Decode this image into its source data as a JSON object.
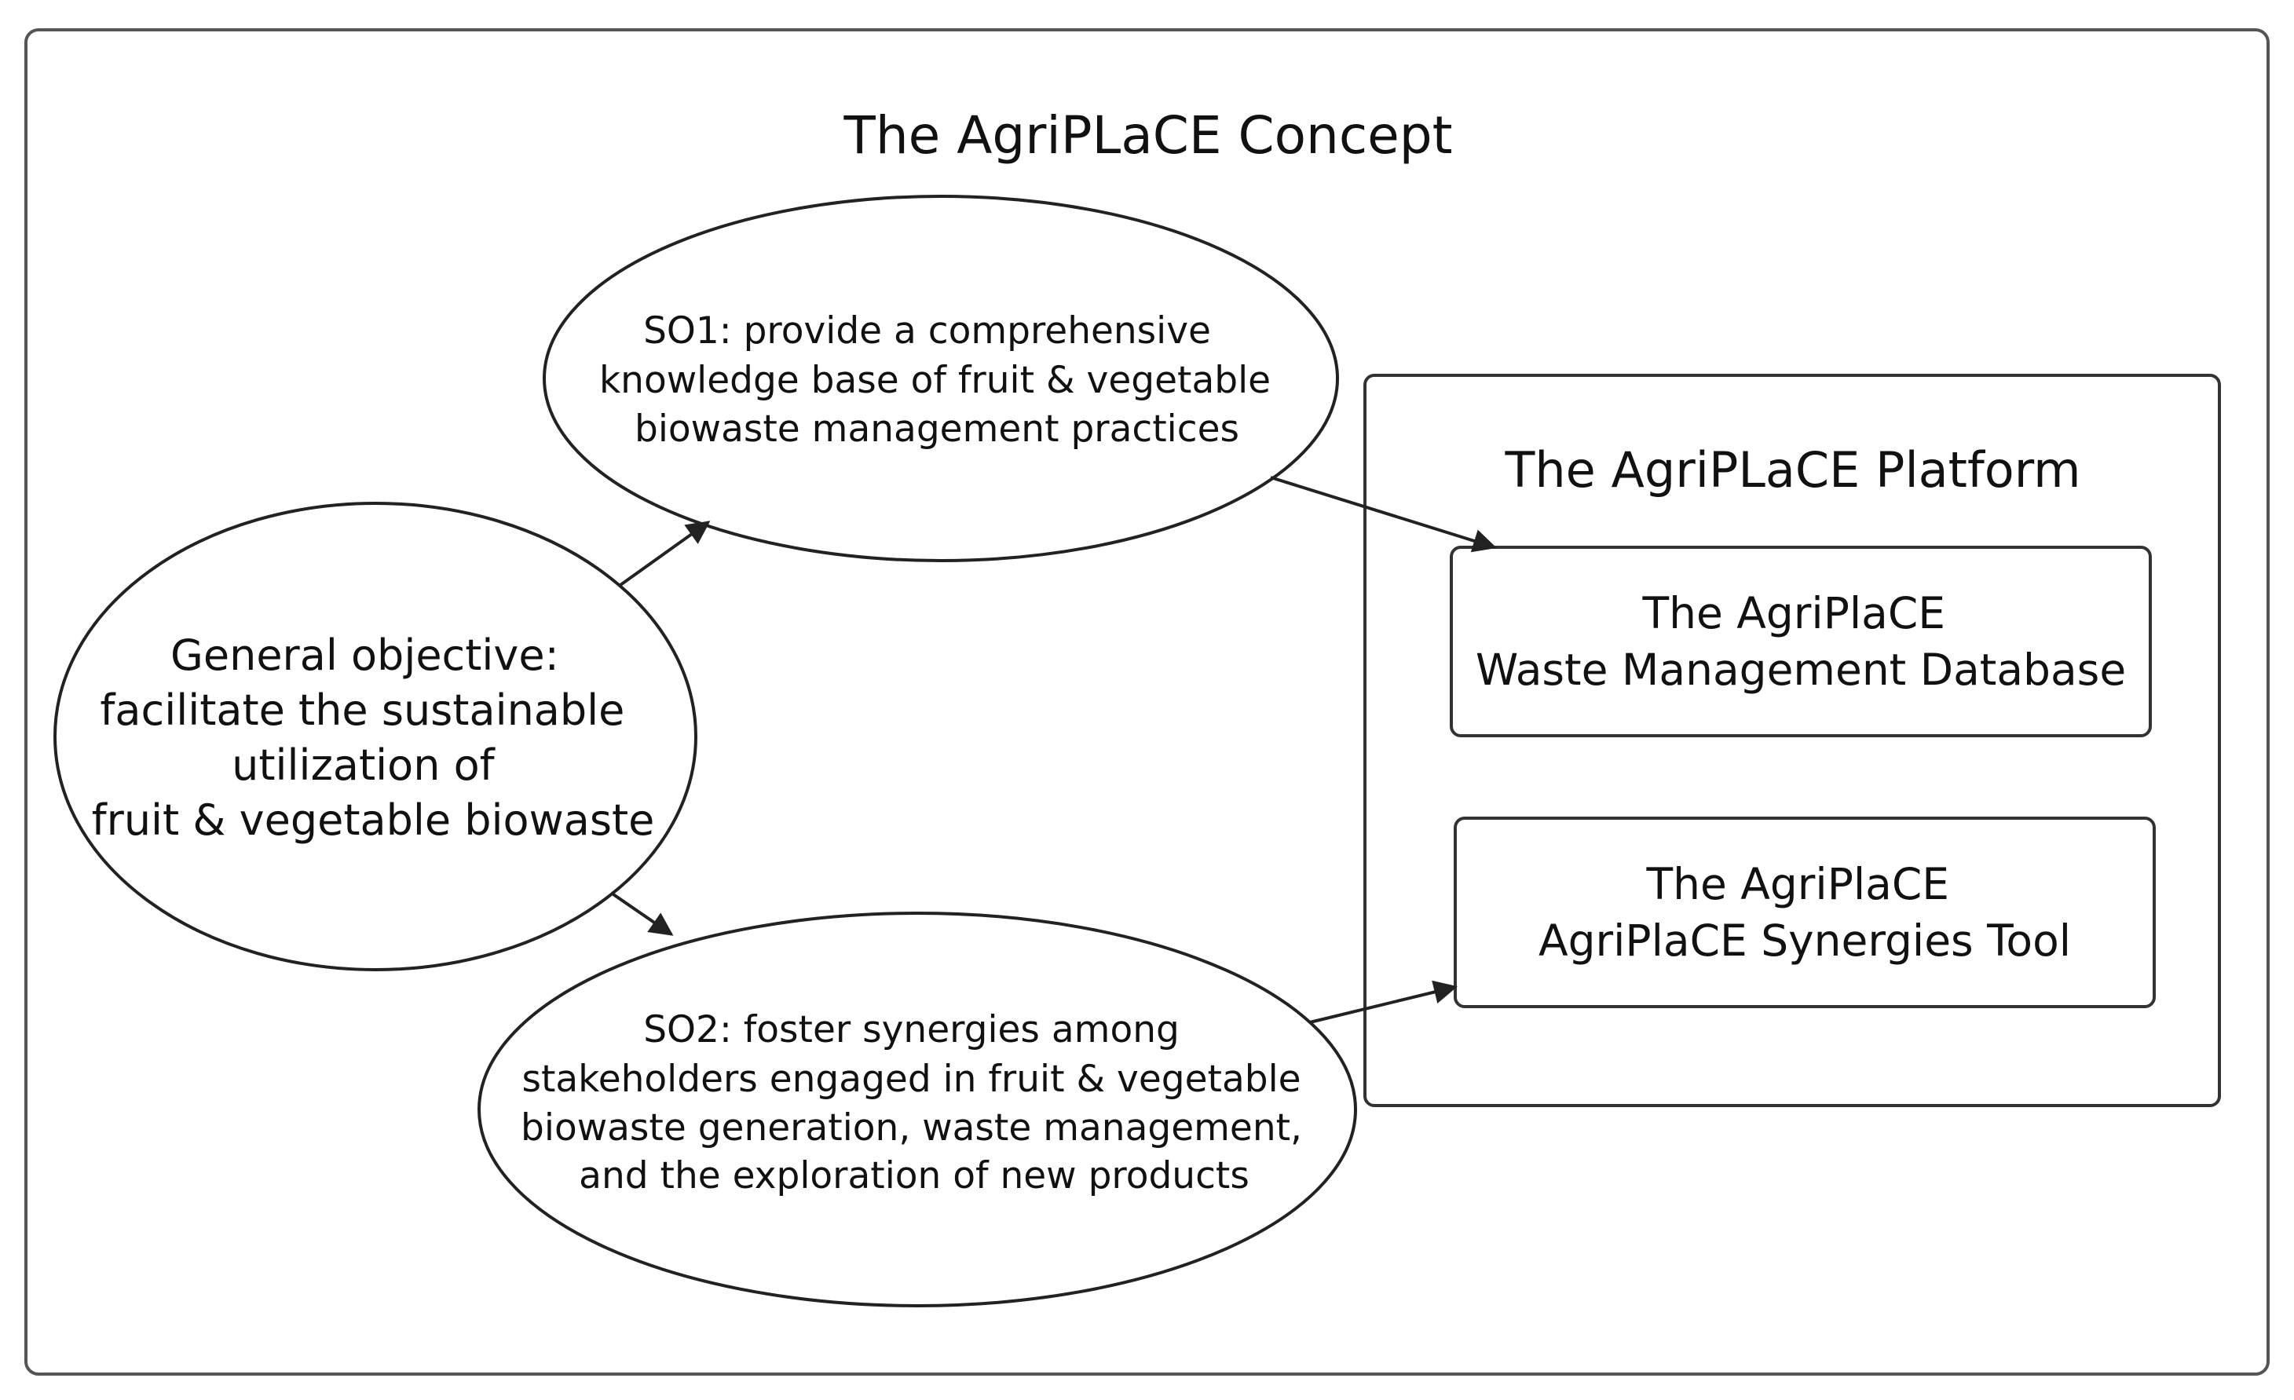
{
  "diagram": {
    "title": "The AgriPLaCE Concept",
    "general_objective": {
      "lines": [
        "General objective:",
        "facilitate the sustainable",
        "utilization of",
        "fruit & vegetable biowaste"
      ]
    },
    "so1": {
      "lines": [
        "SO1: provide a comprehensive",
        "knowledge base of fruit & vegetable",
        "biowaste  management practices"
      ]
    },
    "so2": {
      "lines": [
        "SO2:  foster synergies among",
        "stakeholders engaged in fruit & vegetable",
        "biowaste generation, waste management,",
        "and the exploration of new  products"
      ]
    },
    "platform": {
      "title": "The AgriPLaCE Platform",
      "database": {
        "lines": [
          "The AgriPlaCE",
          "Waste Management Database"
        ]
      },
      "synergies": {
        "lines": [
          "The AgriPlaCE",
          "AgriPlaCE Synergies Tool"
        ]
      }
    },
    "arrows": [
      {
        "from": "general-objective",
        "to": "so1"
      },
      {
        "from": "general-objective",
        "to": "so2"
      },
      {
        "from": "so1",
        "to": "database"
      },
      {
        "from": "so2",
        "to": "synergies"
      }
    ],
    "colors": {
      "stroke": "#222222",
      "frame": "#555555",
      "text": "#111111",
      "background": "#ffffff"
    }
  }
}
